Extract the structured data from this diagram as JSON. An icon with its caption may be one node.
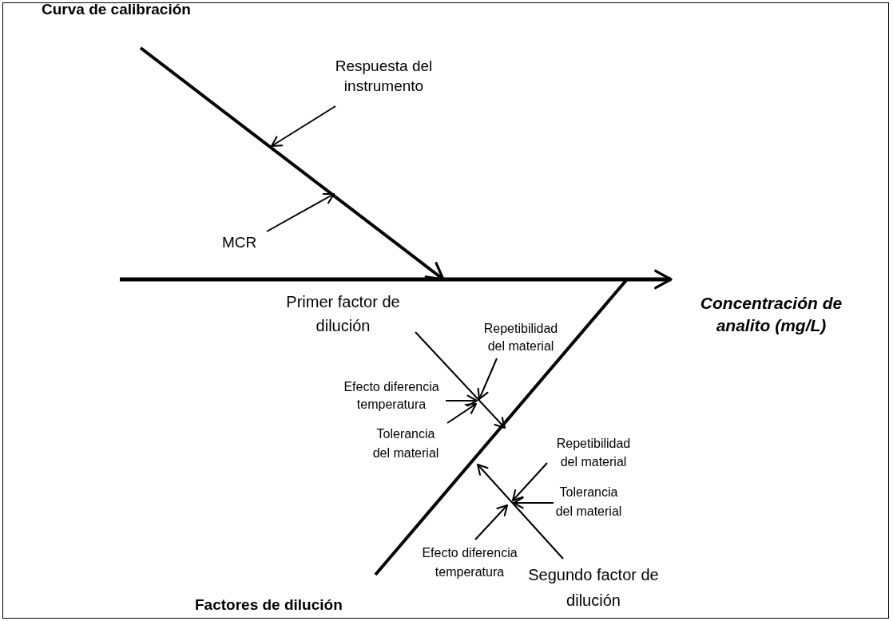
{
  "diagram": {
    "nodes": [
      {
        "text": [
          "Curva de calibración"
        ]
      },
      {
        "text": [
          "Respuesta del instrumento"
        ]
      },
      {
        "text": [
          "MCR"
        ]
      },
      {
        "text": [
          "Concentración de analito (mg/L)"
        ]
      },
      {
        "text": [
          "Primer factor de dilución"
        ]
      },
      {
        "text": [
          "Repetibilidad del material"
        ]
      },
      {
        "text": [
          "Efecto diferencia temperatura"
        ]
      },
      {
        "text": [
          "Tolerancia del material"
        ]
      },
      {
        "text": [
          "Repetibilidad del material"
        ]
      },
      {
        "text": [
          "Tolerancia del material"
        ]
      },
      {
        "text": [
          "Efecto diferencia temperatura"
        ]
      },
      {
        "text": [
          "Segundo factor de dilución"
        ]
      },
      {
        "text": [
          "Factores de dilución"
        ]
      }
    ],
    "edges": [
      {
        "from": null,
        "to": 3,
        "arrow": "to",
        "style": "thick"
      },
      {
        "from": 0,
        "to": null,
        "arrow": "to",
        "style": "thick"
      },
      {
        "from": 1,
        "to": null,
        "arrow": "to"
      },
      {
        "from": 2,
        "to": null,
        "arrow": "to"
      },
      {
        "from": 12,
        "to": null,
        "arrow": "none",
        "style": "thick"
      },
      {
        "from": 4,
        "to": null,
        "arrow": "to"
      },
      {
        "from": 5,
        "to": null,
        "arrow": "to"
      },
      {
        "from": 6,
        "to": null,
        "arrow": "to"
      },
      {
        "from": 7,
        "to": null,
        "arrow": "to"
      },
      {
        "from": 11,
        "to": null,
        "arrow": "to"
      },
      {
        "from": 8,
        "to": null,
        "arrow": "to"
      },
      {
        "from": 9,
        "to": null,
        "arrow": "to"
      },
      {
        "from": 10,
        "to": null,
        "arrow": "to"
      }
    ]
  }
}
